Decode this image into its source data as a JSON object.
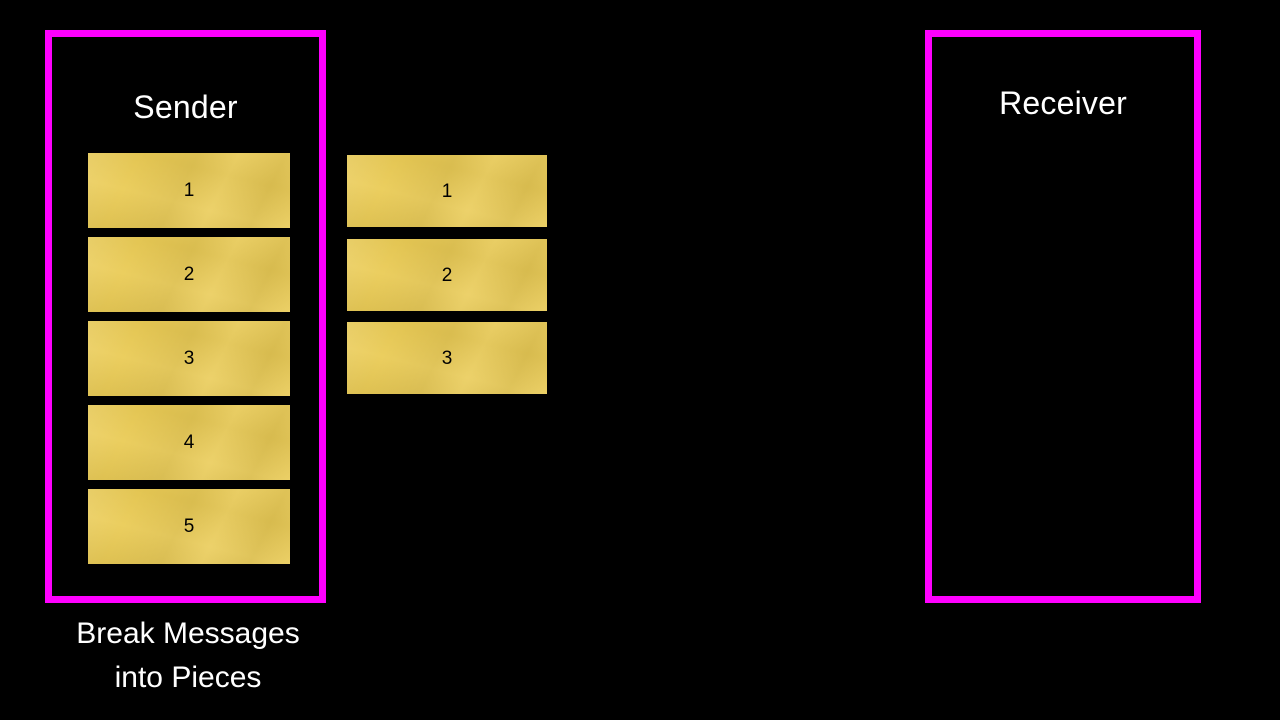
{
  "slide": {
    "background_color": "#000000",
    "accent_color": "#FF00FF",
    "piece_color": "#EACB55",
    "text_color": "#FFFFFF"
  },
  "sender": {
    "title": "Sender",
    "pieces": [
      {
        "label": "1"
      },
      {
        "label": "2"
      },
      {
        "label": "3"
      },
      {
        "label": "4"
      },
      {
        "label": "5"
      }
    ]
  },
  "transit": {
    "pieces": [
      {
        "label": "1"
      },
      {
        "label": "2"
      },
      {
        "label": "3"
      }
    ]
  },
  "receiver": {
    "title": "Receiver",
    "pieces": []
  },
  "caption": {
    "line1": "Break Messages",
    "line2": "into Pieces"
  }
}
